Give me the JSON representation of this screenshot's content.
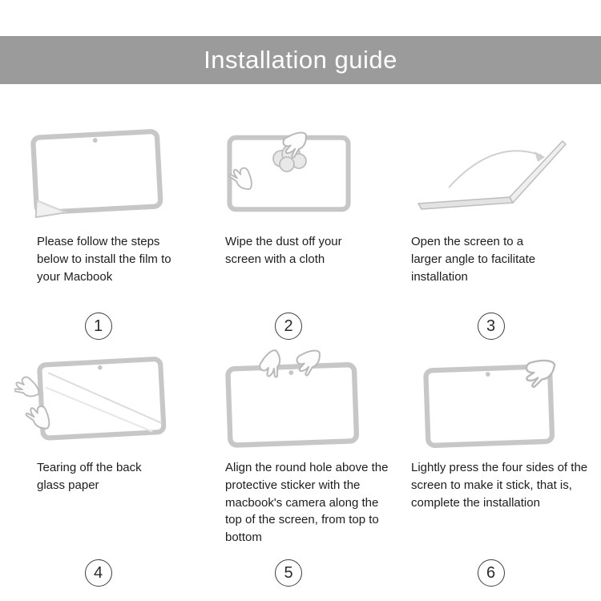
{
  "header": {
    "title": "Installation guide"
  },
  "colors": {
    "header_bg": "#9b9b9b",
    "header_text": "#ffffff",
    "line_art": "#c7c7c7",
    "text": "#1d1d1d"
  },
  "illustrations": {
    "step1": "screen-with-peeling-film-corner",
    "step2": "hands-wiping-screen-with-cloth",
    "step3": "laptop-opened-to-wide-angle-with-arrow",
    "step4": "hands-tearing-off-back-film",
    "step5": "hands-aligning-film-at-top-of-screen",
    "step6": "hand-pressing-screen-corner"
  },
  "steps": [
    {
      "number": "1",
      "caption": "Please follow the steps below to install the film to your Macbook"
    },
    {
      "number": "2",
      "caption": "Wipe the dust off your screen with a cloth"
    },
    {
      "number": "3",
      "caption": "Open the screen to a larger angle to facilitate installation"
    },
    {
      "number": "4",
      "caption": "Tearing off the back glass paper"
    },
    {
      "number": "5",
      "caption": "Align the round hole above the protective sticker with the macbook's camera along the top of the screen, from top to bottom"
    },
    {
      "number": "6",
      "caption": "Lightly press the four sides of the screen to make it stick, that is, complete the installation"
    }
  ]
}
